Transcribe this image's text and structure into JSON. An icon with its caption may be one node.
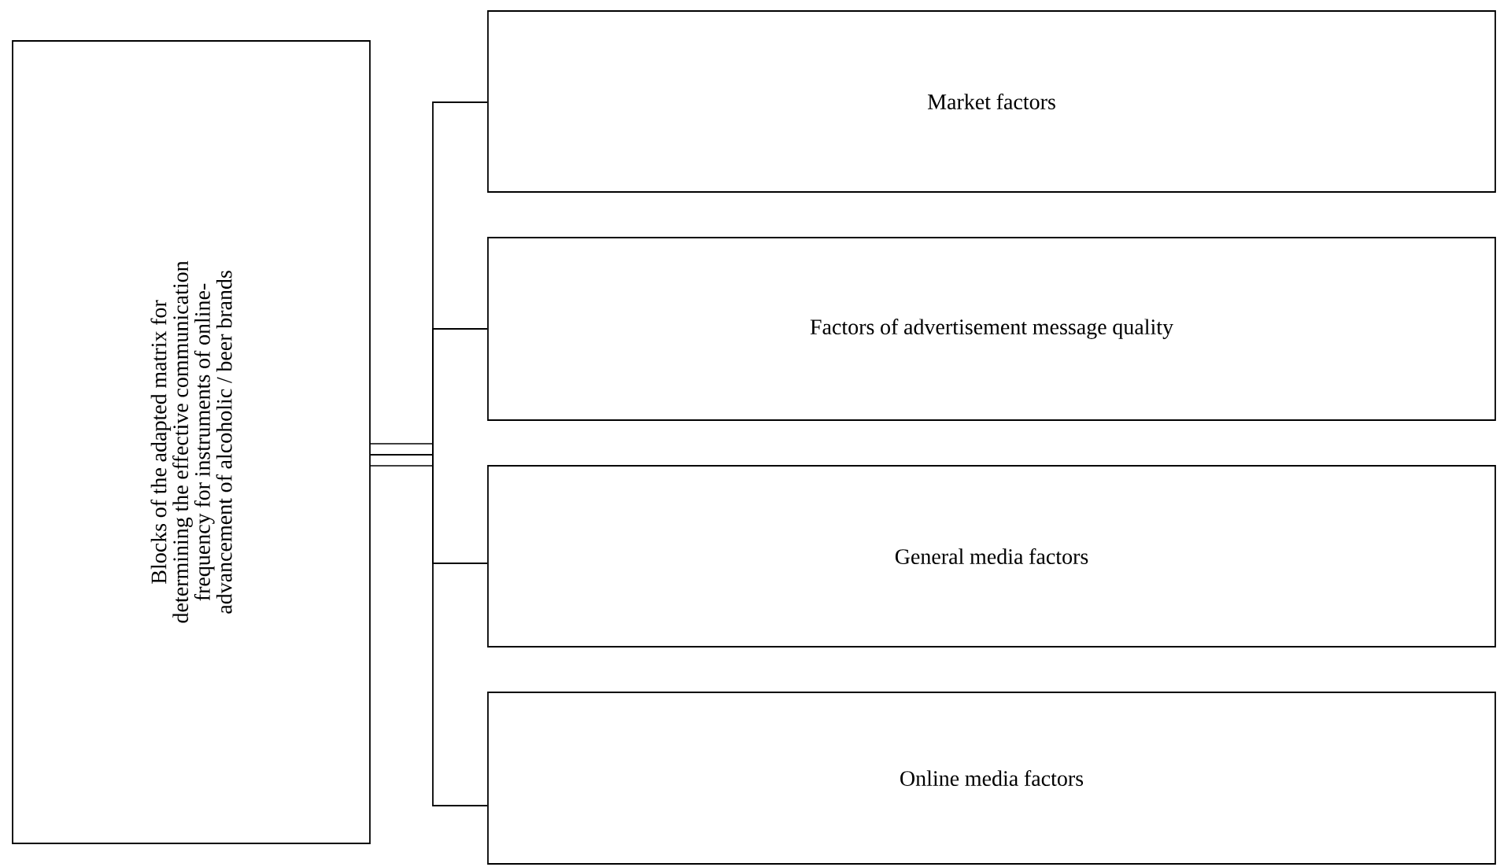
{
  "diagram": {
    "nodes": [
      {
        "text": [
          "Blocks of the adapted matrix for determining the effective communication frequency for instruments of online-advancement of alcoholic / beer brands"
        ]
      },
      {
        "text": [
          "Market factors"
        ]
      },
      {
        "text": [
          "Factors of advertisement message quality"
        ]
      },
      {
        "text": [
          "General media factors"
        ]
      },
      {
        "text": [
          "Online media factors"
        ]
      }
    ],
    "edges": [
      {
        "from": 0,
        "to": 1,
        "arrow": "none"
      },
      {
        "from": 0,
        "to": 2,
        "arrow": "none"
      },
      {
        "from": 0,
        "to": 3,
        "arrow": "none"
      },
      {
        "from": 0,
        "to": 4,
        "arrow": "none"
      }
    ]
  }
}
